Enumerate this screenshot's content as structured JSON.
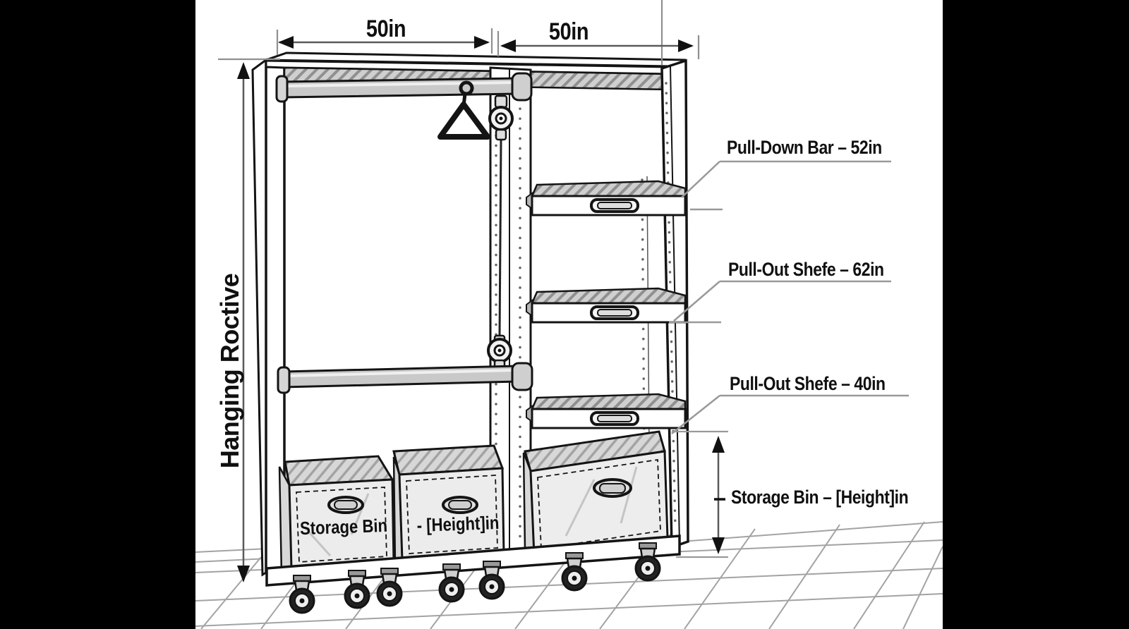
{
  "dimensions": {
    "left_width": "50in",
    "right_width": "50in",
    "vertical_label": "Hanging Roctive"
  },
  "annotations": {
    "pull_down_bar": "Pull-Down Bar – 52in",
    "pull_out_shelf_upper": "Pull-Out Shefe – 62in",
    "pull_out_shelf_lower": "Pull-Out Shefe – 40in",
    "storage_bin_height": "Storage Bin – [Height]in"
  },
  "bin_labels": {
    "left": "Storage Bin",
    "middle": "- [Height]in"
  },
  "colors": {
    "letterbox": "#000000",
    "paper": "#ffffff",
    "ink": "#141414",
    "annotation_line": "#8f8f8f",
    "fill_gray": "#d2d2d2"
  }
}
